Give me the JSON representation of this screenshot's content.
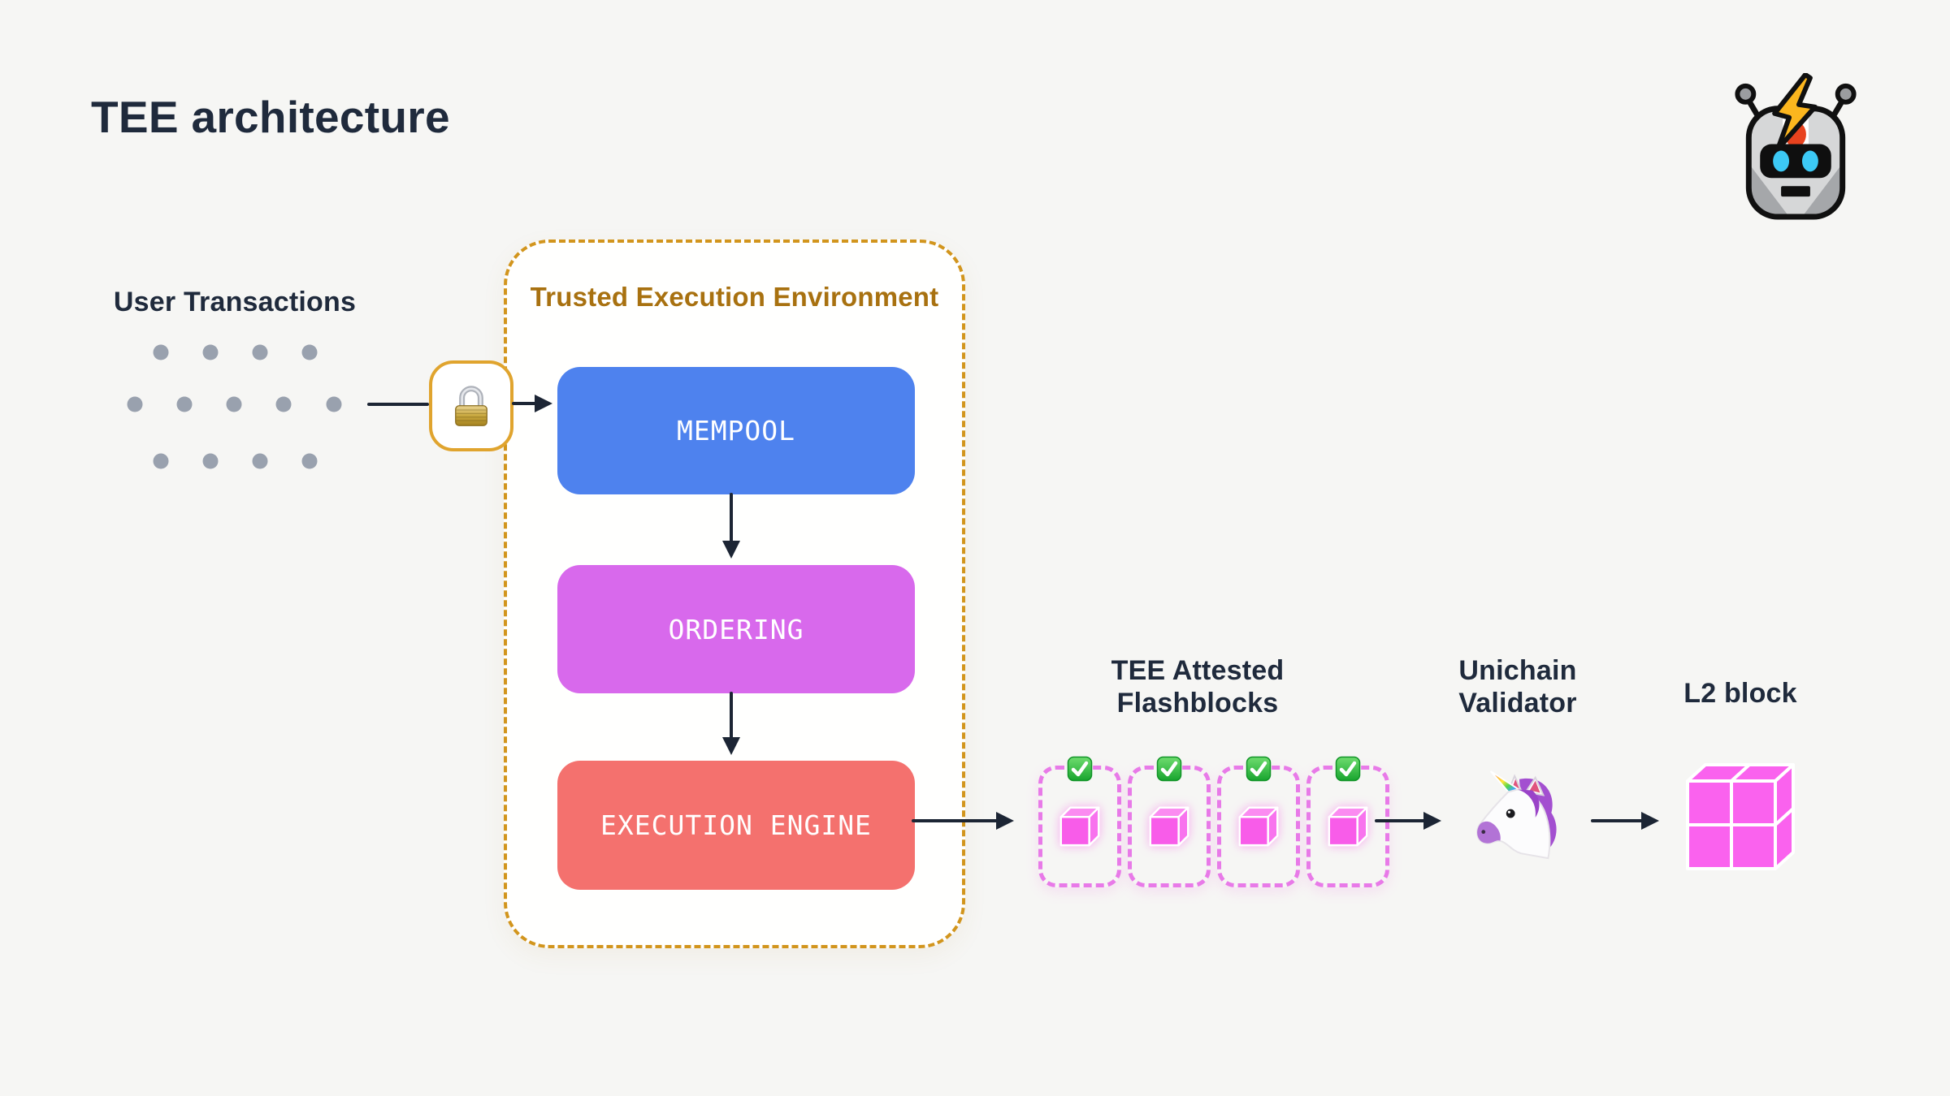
{
  "page": {
    "title": "TEE architecture",
    "background_color": "#f6f6f4",
    "text_color": "#1f2a3c",
    "arrow_color": "#1c2534"
  },
  "logo": {
    "icon": "robot-with-lightning-bolt",
    "unicode": "🤖⚡"
  },
  "user_transactions": {
    "label": "User Transactions",
    "dot_color": "#99a1ae",
    "dot_rows": [
      4,
      5,
      4
    ]
  },
  "tee": {
    "title": "Trusted Execution Environment",
    "title_color": "#a87110",
    "border_color": "#d2951d",
    "lock_icon": "padlock",
    "lock_unicode": "🔒",
    "lock_border_color": "#e0a42e",
    "stages": [
      {
        "id": "mempool",
        "label": "MEMPOOL",
        "color": "#4e82ee"
      },
      {
        "id": "ordering",
        "label": "ORDERING",
        "color": "#d869ec"
      },
      {
        "id": "execution-engine",
        "label": "EXECUTION ENGINE",
        "color": "#f4716e"
      }
    ]
  },
  "flashblocks": {
    "label_line1": "TEE Attested",
    "label_line2": "Flashblocks",
    "count": 4,
    "dash_color": "#e87ae8",
    "cube_color": "#f85ce9",
    "check_icon": "green-checkmark",
    "check_unicode": "✅"
  },
  "validator": {
    "label_line1": "Unichain",
    "label_line2": "Validator",
    "icon": "unicorn",
    "unicode": "🦄"
  },
  "l2_block": {
    "label": "L2 block",
    "cube_color": "#fa62ee"
  }
}
